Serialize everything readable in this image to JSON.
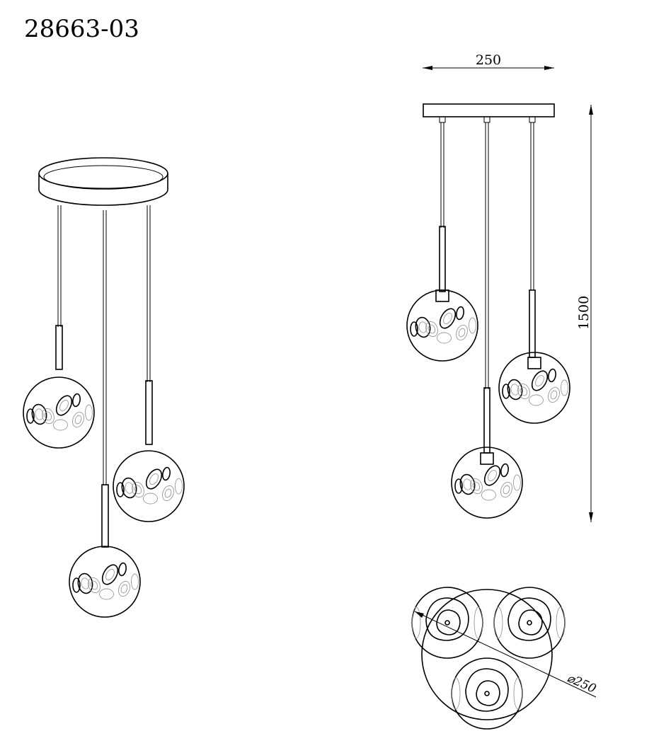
{
  "title": "28663-03",
  "dimensions": {
    "width_label": "250",
    "height_label": "1500",
    "diameter_label": "⌀250"
  },
  "colors": {
    "line": "#000000",
    "glass": "#999999"
  }
}
